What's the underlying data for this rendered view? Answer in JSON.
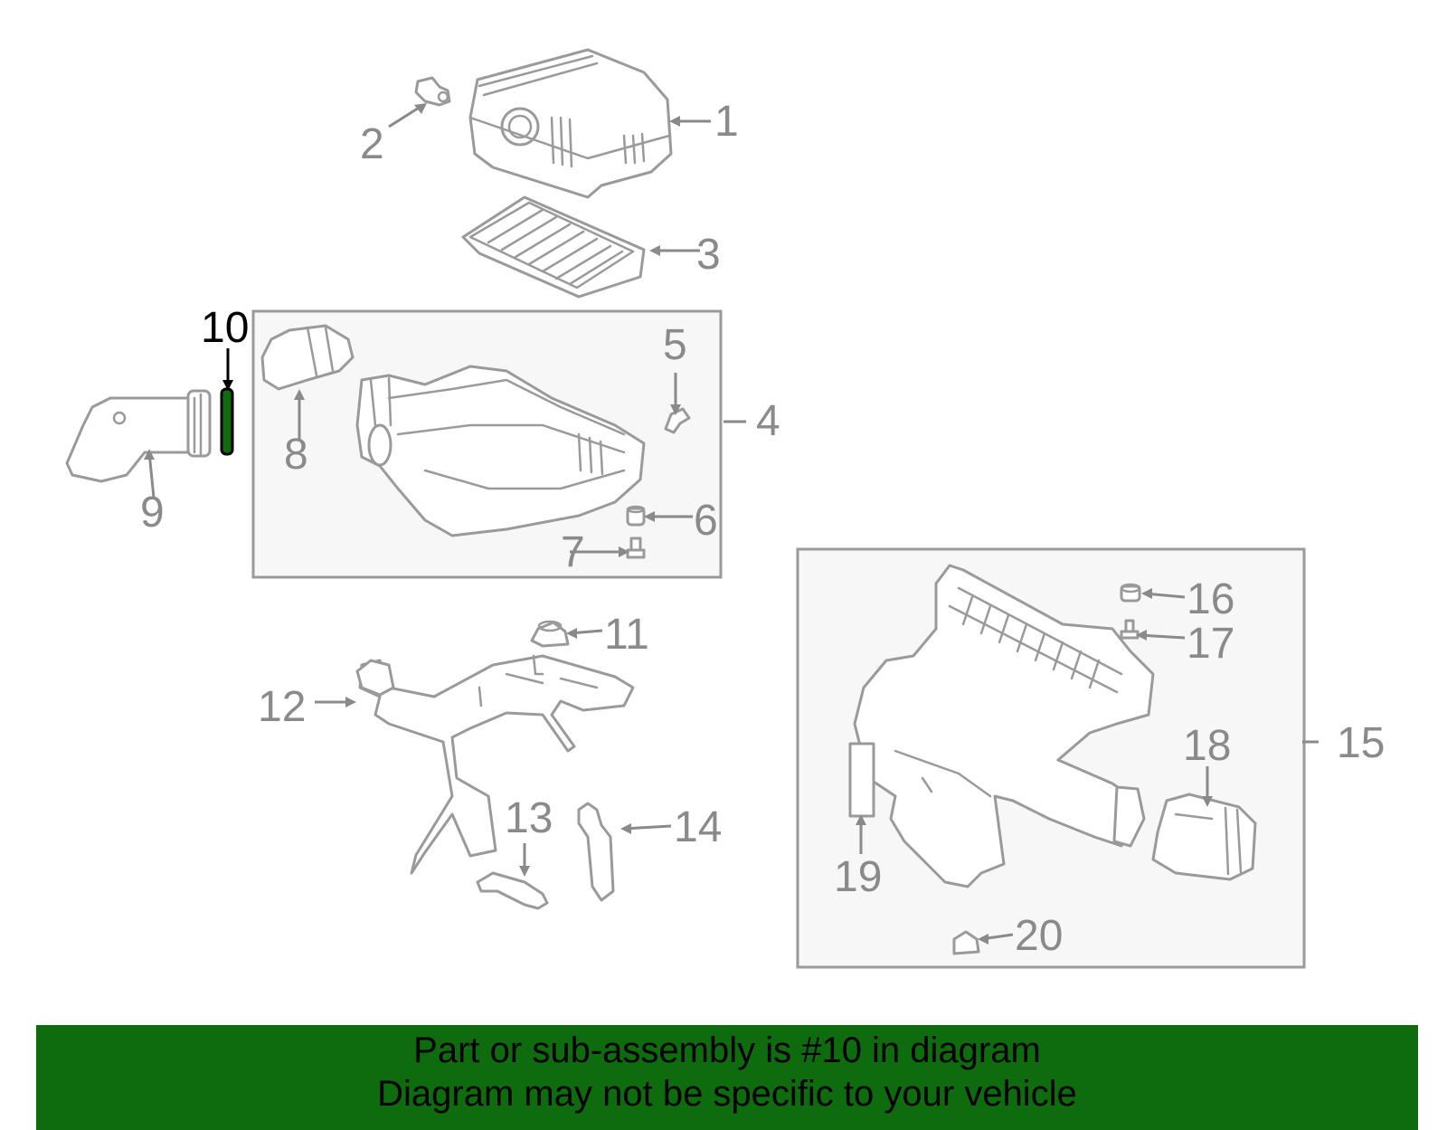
{
  "diagram": {
    "highlighted_callout": "10",
    "highlight_color": "#0e6b0e",
    "callouts": [
      {
        "id": "c1",
        "label": "1"
      },
      {
        "id": "c2",
        "label": "2"
      },
      {
        "id": "c3",
        "label": "3"
      },
      {
        "id": "c4",
        "label": "4"
      },
      {
        "id": "c5",
        "label": "5"
      },
      {
        "id": "c6",
        "label": "6"
      },
      {
        "id": "c7",
        "label": "7"
      },
      {
        "id": "c8",
        "label": "8"
      },
      {
        "id": "c9",
        "label": "9"
      },
      {
        "id": "c10",
        "label": "10"
      },
      {
        "id": "c11",
        "label": "11"
      },
      {
        "id": "c12",
        "label": "12"
      },
      {
        "id": "c13",
        "label": "13"
      },
      {
        "id": "c14",
        "label": "14"
      },
      {
        "id": "c15",
        "label": "15"
      },
      {
        "id": "c16",
        "label": "16"
      },
      {
        "id": "c17",
        "label": "17"
      },
      {
        "id": "c18",
        "label": "18"
      },
      {
        "id": "c19",
        "label": "19"
      },
      {
        "id": "c20",
        "label": "20"
      }
    ]
  },
  "banner": {
    "line1": "Part or sub-assembly is #10 in diagram",
    "line2": "Diagram may not be specific to your vehicle",
    "background": "#0e6b0e"
  }
}
